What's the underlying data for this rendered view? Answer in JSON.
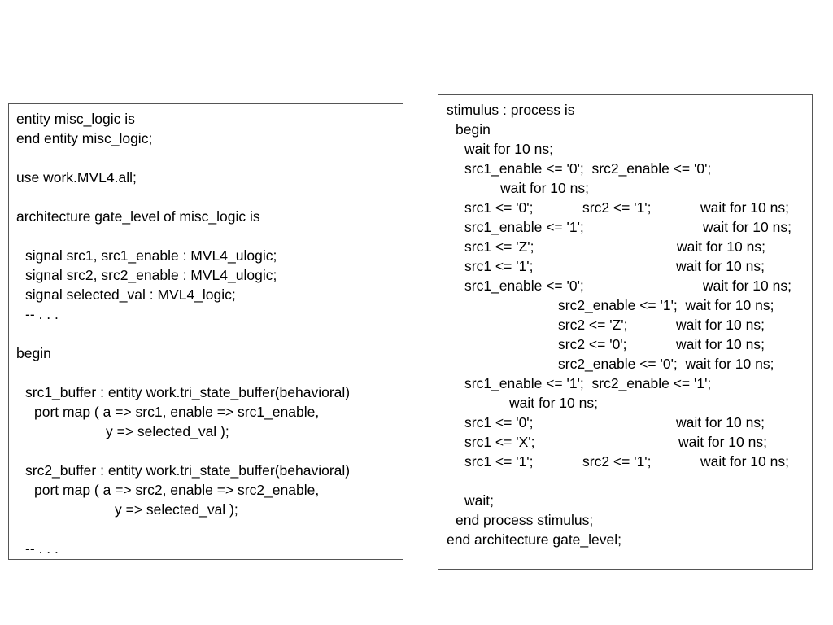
{
  "left_panel": {
    "lines": [
      "entity misc_logic is",
      "end entity misc_logic;",
      "",
      "use work.MVL4.all;",
      "",
      "architecture gate_level of misc_logic is",
      "",
      "signal src1, src1_enable : MVL4_ulogic;",
      "signal src2, src2_enable : MVL4_ulogic;",
      "signal selected_val : MVL4_logic;",
      "-- . . .",
      "",
      "begin",
      "",
      "src1_buffer : entity work.tri_state_buffer(behavioral)",
      "port map ( a => src1, enable => src1_enable,",
      "y => selected_val );",
      "",
      "src2_buffer : entity work.tri_state_buffer(behavioral)",
      "port map ( a => src2, enable => src2_enable,",
      "y => selected_val );",
      "",
      "-- . . ."
    ]
  },
  "right_panel": {
    "lines": [
      "stimulus : process is",
      "begin",
      "wait for 10 ns;",
      "src1_enable <= '0';  src2_enable <= '0';",
      "wait for 10 ns;",
      "src1 <= '0';",
      "src2 <= '1';",
      "wait for 10 ns;",
      "src1_enable <= '1';",
      "wait for 10 ns;",
      "src1 <= 'Z';",
      "wait for 10 ns;",
      "src1 <= '1';",
      "wait for 10 ns;",
      "src1_enable <= '0';",
      "wait for 10 ns;",
      "src2_enable <= '1';  wait for 10 ns;",
      "src2 <= 'Z';",
      "wait for 10 ns;",
      "src2 <= '0';",
      "wait for 10 ns;",
      "src2_enable <= '0';  wait for 10 ns;",
      "src1_enable <= '1';  src2_enable <= '1';",
      "wait for 10 ns;",
      "src1 <= '0';",
      "wait for 10 ns;",
      "src1 <= 'X';",
      "wait for 10 ns;",
      "src1 <= '1';",
      "src2 <= '1';",
      "wait for 10 ns;",
      "wait;",
      "end process stimulus;",
      "end architecture gate_level;"
    ]
  }
}
